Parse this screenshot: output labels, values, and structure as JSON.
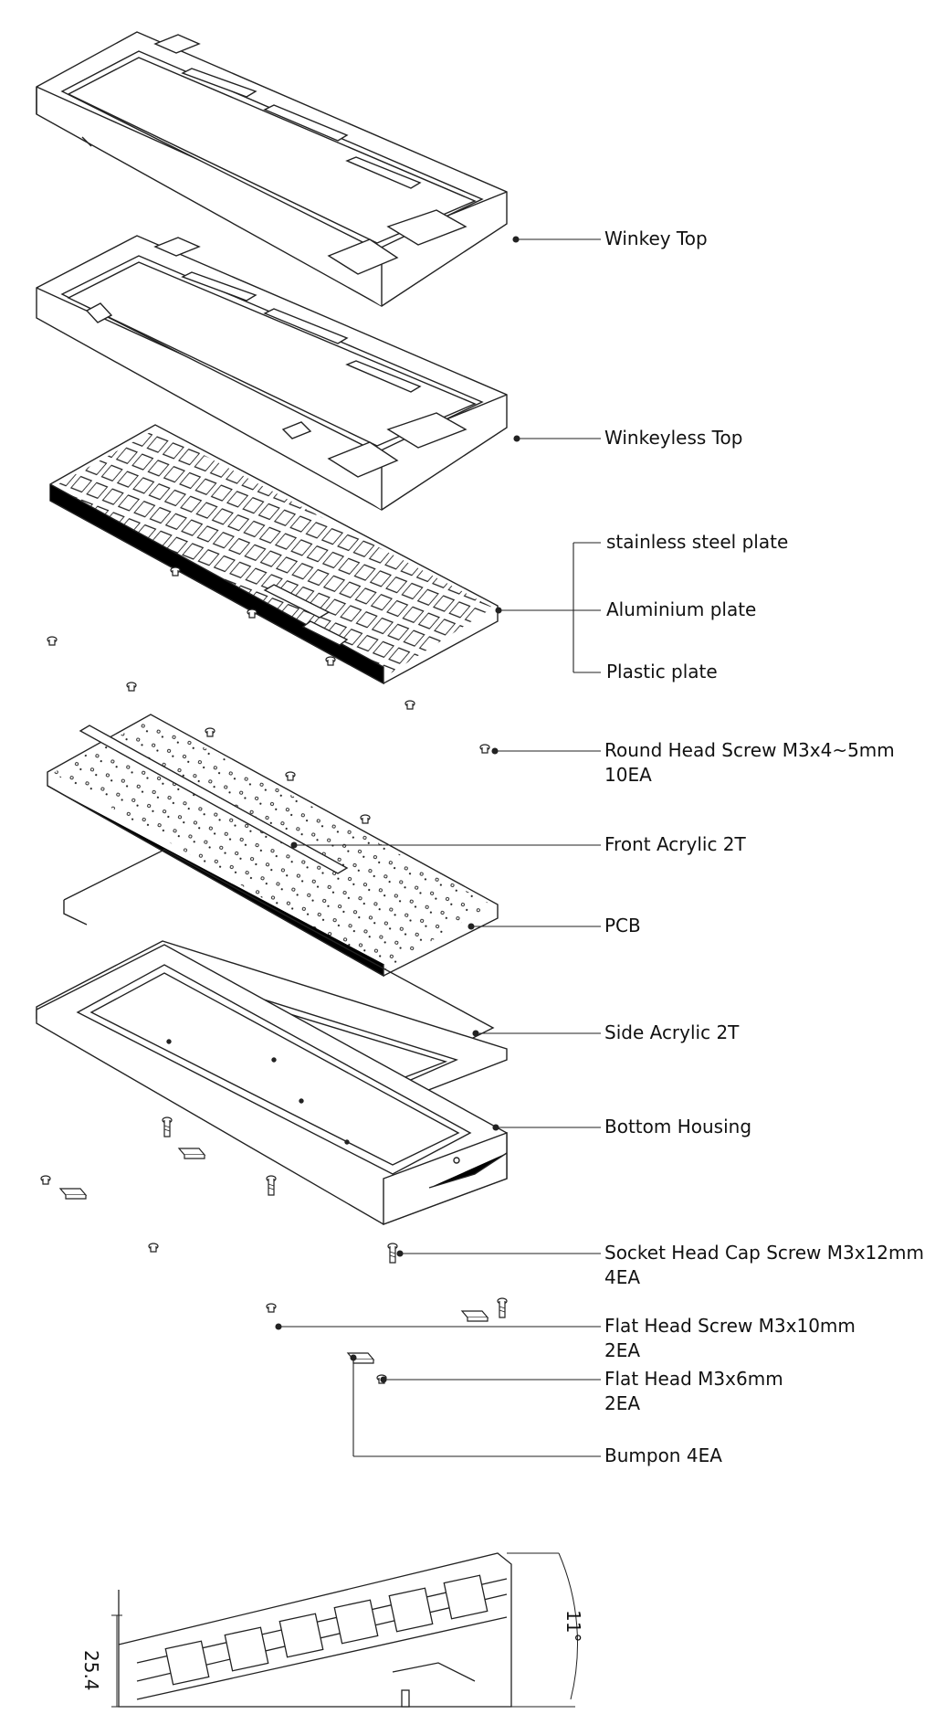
{
  "labels": {
    "winkey_top": "Winkey Top",
    "winkeyless_top": "Winkeyless Top",
    "stainless_plate": "stainless steel plate",
    "aluminium_plate": "Aluminium plate",
    "plastic_plate": "Plastic plate",
    "round_screw_line1": "Round Head Screw  M3x4~5mm",
    "round_screw_line2": "10EA",
    "front_acrylic": "Front Acrylic 2T",
    "pcb": "PCB",
    "side_acrylic": "Side Acrylic 2T",
    "bottom_housing": "Bottom Housing",
    "socket_screw_line1": "Socket Head Cap Screw  M3x12mm",
    "socket_screw_line2": "4EA",
    "flat_screw_line1": "Flat Head Screw  M3x10mm",
    "flat_screw_line2": "2EA",
    "flat_head_line1": "Flat Head  M3x6mm",
    "flat_head_line2": "2EA",
    "bumpon": "Bumpon 4EA"
  },
  "dimensions": {
    "height": "25.4",
    "angle": "11°"
  }
}
